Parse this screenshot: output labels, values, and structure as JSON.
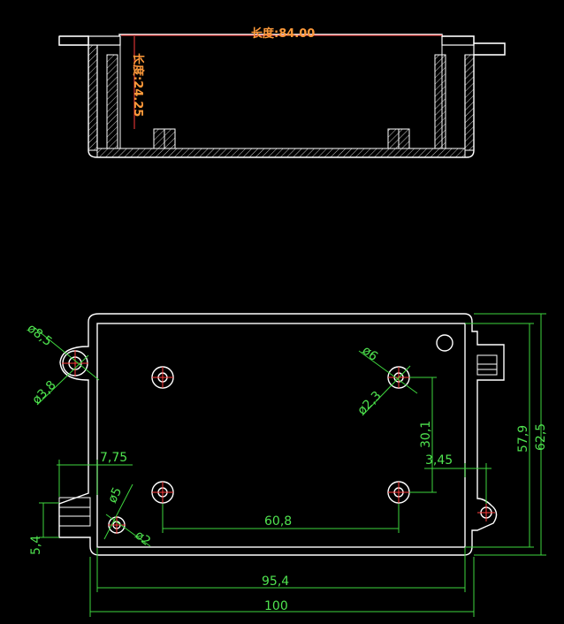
{
  "section_view": {
    "length_label": "长度:84.00",
    "depth_label": "长度:24.25"
  },
  "plan_view": {
    "dims": {
      "corner_hole_outer": "ø8,5",
      "corner_hole_inner": "ø3,8",
      "boss_outer": "ø6",
      "boss_inner": "ø2,3",
      "slot_width": "7,75",
      "tab_hole_outer": "ø5",
      "tab_hole_inner": "ø2",
      "tab_height": "5,4",
      "boss_spacing_x": "60,8",
      "boss_spacing_y": "30,1",
      "boss_offset": "3,45",
      "inner_height": "57,9",
      "outer_height": "62,5",
      "inner_width": "95,4",
      "outer_width": "100"
    }
  },
  "colors": {
    "outline": "#ffffff",
    "dimension": "#3ed63e",
    "centerline": "#ff3b3b",
    "annotation": "#ff9a3a"
  }
}
